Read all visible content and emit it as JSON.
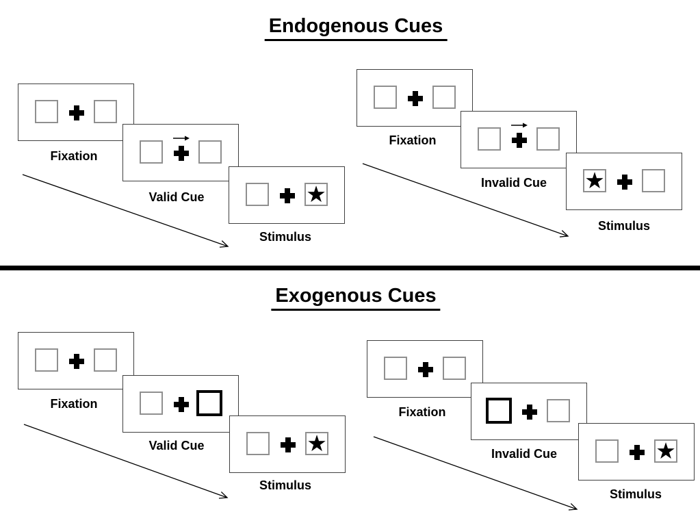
{
  "glyphs": {
    "star": "★"
  },
  "colors": {
    "ink": "#000000",
    "panel_border": "#3f3f3f",
    "box_border": "#8f8f8f",
    "background": "#ffffff"
  },
  "sections": [
    {
      "title": "Endogenous Cues",
      "groups": [
        {
          "name": "valid-trial",
          "steps": [
            {
              "label": "Fixation",
              "cue": "none",
              "target": "none"
            },
            {
              "label": "Valid Cue",
              "cue": "arrow-right",
              "target": "none"
            },
            {
              "label": "Stimulus",
              "cue": "none",
              "target": "star-right"
            }
          ]
        },
        {
          "name": "invalid-trial",
          "steps": [
            {
              "label": "Fixation",
              "cue": "none",
              "target": "none"
            },
            {
              "label": "Invalid Cue",
              "cue": "arrow-right",
              "target": "none"
            },
            {
              "label": "Stimulus",
              "cue": "none",
              "target": "star-left"
            }
          ]
        }
      ]
    },
    {
      "title": "Exogenous Cues",
      "groups": [
        {
          "name": "valid-trial",
          "steps": [
            {
              "label": "Fixation",
              "cue": "none",
              "target": "none"
            },
            {
              "label": "Valid Cue",
              "cue": "box-highlight-right",
              "target": "none"
            },
            {
              "label": "Stimulus",
              "cue": "none",
              "target": "star-right"
            }
          ]
        },
        {
          "name": "invalid-trial",
          "steps": [
            {
              "label": "Fixation",
              "cue": "none",
              "target": "none"
            },
            {
              "label": "Invalid Cue",
              "cue": "box-highlight-left",
              "target": "none"
            },
            {
              "label": "Stimulus",
              "cue": "none",
              "target": "star-right"
            }
          ]
        }
      ]
    }
  ]
}
